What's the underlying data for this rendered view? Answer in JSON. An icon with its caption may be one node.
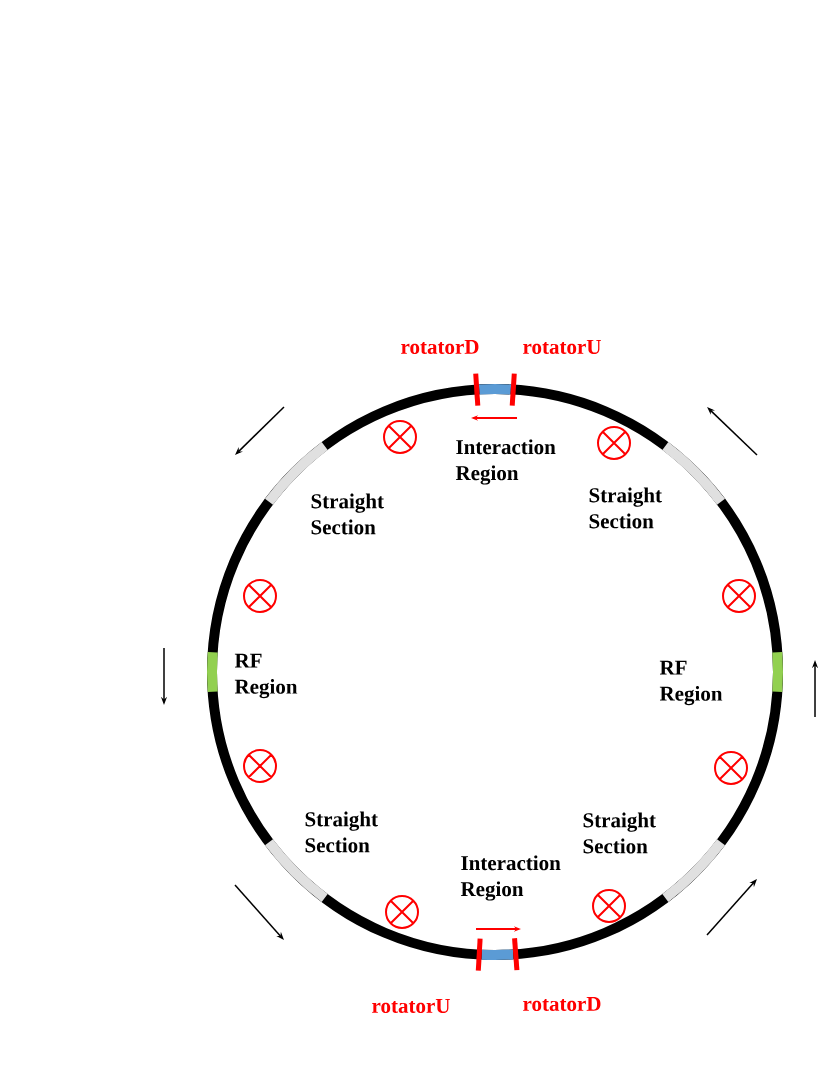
{
  "diagram": {
    "labels": [
      "rotatorD",
      "rotatorU",
      "Interaction Region",
      "Straight Section",
      "Straight Section",
      "RF Region",
      "RF Region",
      "Straight Section",
      "Straight Section",
      "Interaction Region",
      "rotatorU",
      "rotatorD"
    ]
  }
}
